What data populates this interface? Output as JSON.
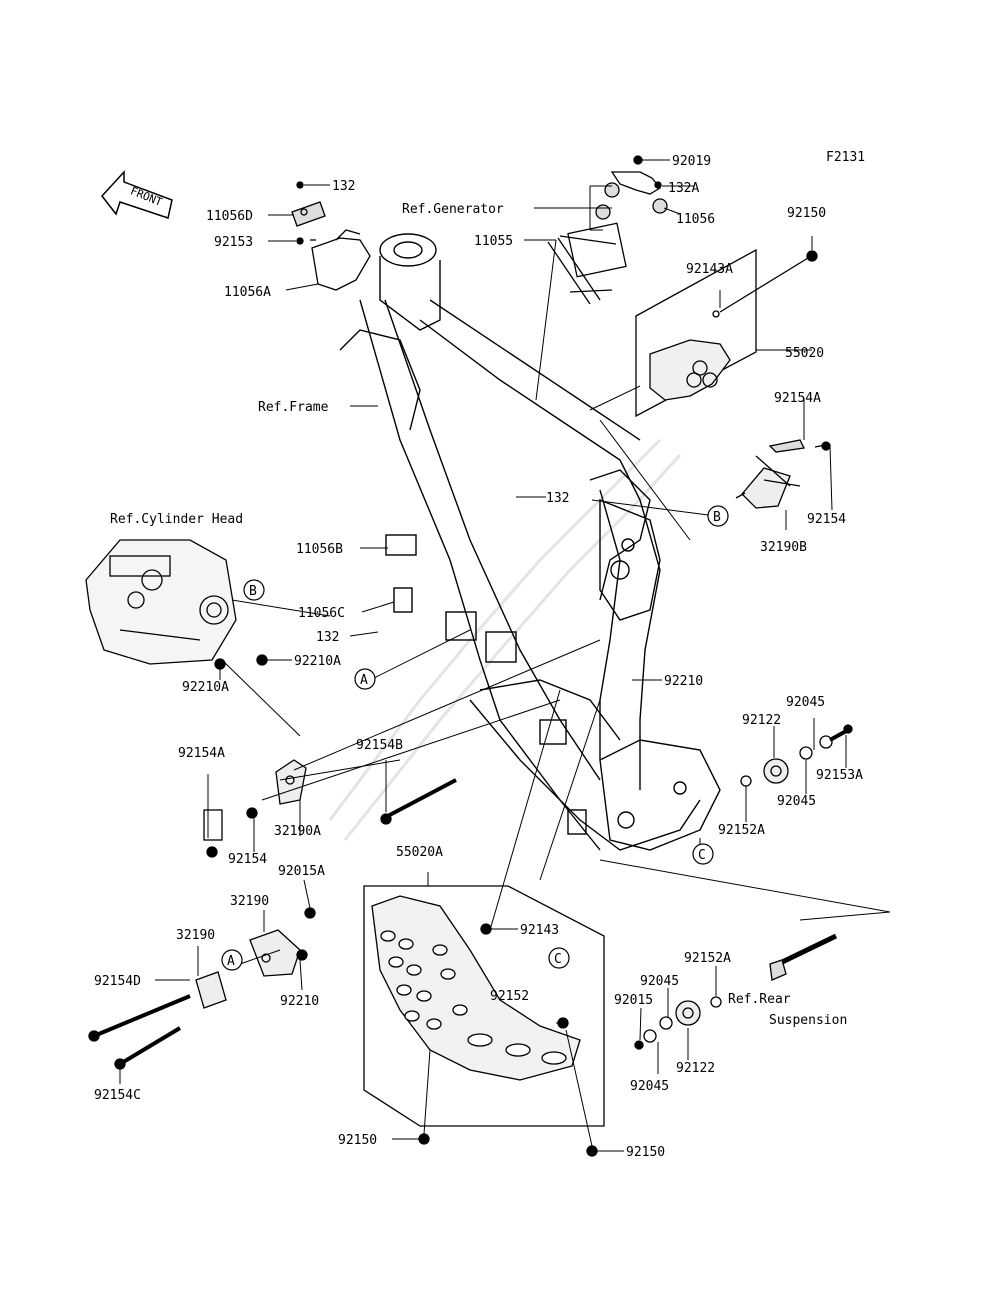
{
  "figure_code": "F2131",
  "front_label": "FRONT",
  "letter_markers": [
    "A",
    "B",
    "C"
  ],
  "callouts": {
    "c_132_top": "132",
    "c_11056D": "11056D",
    "c_92153": "92153",
    "c_11056A": "11056A",
    "c_92019": "92019",
    "c_ref_generator": "Ref.Generator",
    "c_132A": "132A",
    "c_11056": "11056",
    "c_11055": "11055",
    "c_92150_right": "92150",
    "c_92143A": "92143A",
    "c_55020": "55020",
    "c_ref_frame": "Ref.Frame",
    "c_92154A_right": "92154A",
    "c_132_mid": "132",
    "c_92154_right": "92154",
    "c_32190B": "32190B",
    "c_ref_cyl_head": "Ref.Cylinder Head",
    "c_11056B": "11056B",
    "c_11056C": "11056C",
    "c_132_low": "132",
    "c_92210A_a": "92210A",
    "c_92210A_b": "92210A",
    "c_92210_mid": "92210",
    "c_92045_a": "92045",
    "c_92122_a": "92122",
    "c_92153A": "92153A",
    "c_92045_b": "92045",
    "c_92152A_a": "92152A",
    "c_92154A_left": "92154A",
    "c_92154B": "92154B",
    "c_32190A": "32190A",
    "c_92154_left": "92154",
    "c_55020A": "55020A",
    "c_92015A": "92015A",
    "c_32190_a": "32190",
    "c_32190_b": "32190",
    "c_92143": "92143",
    "c_92152A_b": "92152A",
    "c_92152": "92152",
    "c_92045_c": "92045",
    "c_ref_rear": "Ref.Rear",
    "c_suspension": "Suspension",
    "c_92015": "92015",
    "c_92122_b": "92122",
    "c_92045_d": "92045",
    "c_92154D": "92154D",
    "c_92210_low": "92210",
    "c_92154C": "92154C",
    "c_92150_left": "92150",
    "c_92150_bottom": "92150"
  },
  "colors": {
    "ink": "#000000",
    "watermark": "#d9d9d9"
  },
  "icons": [
    "front-arrow-icon"
  ]
}
